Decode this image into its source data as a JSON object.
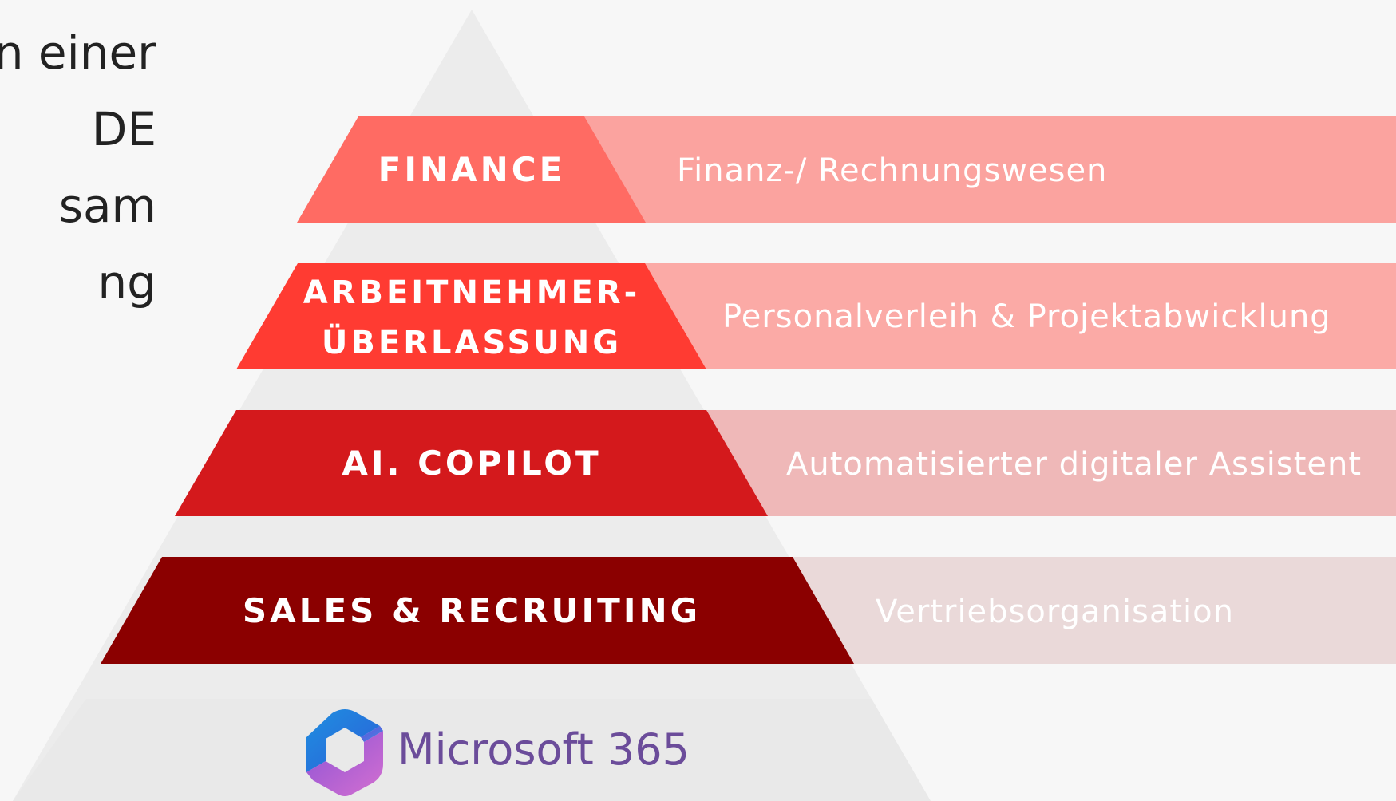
{
  "side_text": [
    "n einer",
    "DE",
    "sam",
    "ng"
  ],
  "tiers": [
    {
      "label_lines": [
        "FINANCE"
      ],
      "description": "Finanz-/ Rechnungswesen",
      "color": "#ff6b63",
      "band_color": "#fba39f"
    },
    {
      "label_lines": [
        "ARBEITNEHMER-",
        "ÜBERLASSUNG"
      ],
      "description": "Personalverleih & Projektabwicklung",
      "color": "#ff3b32",
      "band_color": "#fbaaa6"
    },
    {
      "label_lines": [
        "AI. COPILOT"
      ],
      "description": "Automatisierter digitaler Assistent",
      "color": "#d4191c",
      "band_color": "#efb8b8"
    },
    {
      "label_lines": [
        "SALES & RECRUITING"
      ],
      "description": "Vertriebsorganisation",
      "color": "#8b0000",
      "band_color": "#ead9d9"
    }
  ],
  "base": {
    "logo_icon": "microsoft-365-logo-icon",
    "label": "Microsoft 365"
  }
}
